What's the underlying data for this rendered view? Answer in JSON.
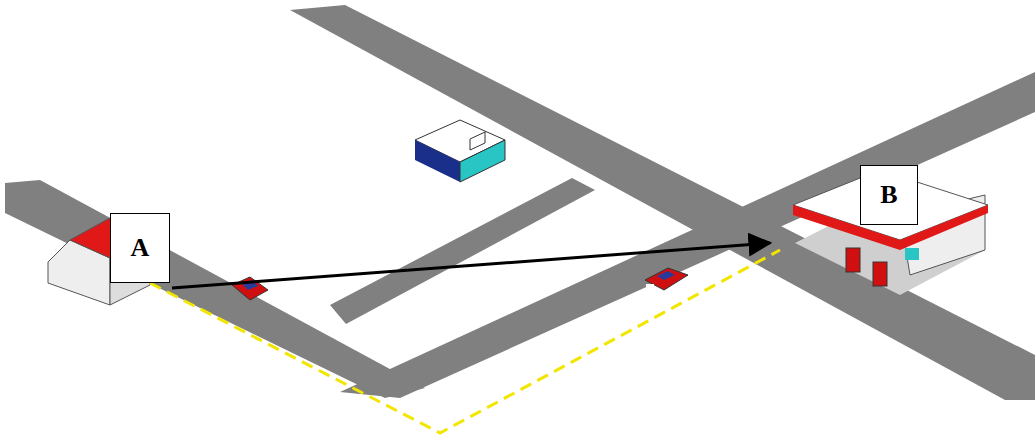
{
  "diagram": {
    "nodes": [
      {
        "text": [
          "A"
        ]
      },
      {
        "text": [
          "B"
        ]
      }
    ],
    "edges": [
      {
        "from": 0,
        "to": 1,
        "arrow": "to"
      },
      {
        "from": 0,
        "to": 1,
        "arrow": "none"
      }
    ]
  }
}
